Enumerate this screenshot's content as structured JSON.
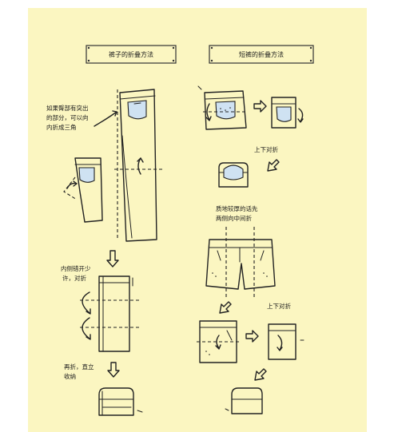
{
  "titles": {
    "pants": "裤子的折叠方法",
    "shorts": "短裤的折叠方法"
  },
  "notes": {
    "pants_step1_l1": "如果臀部有突出",
    "pants_step1_l2": "的部分，可以向",
    "pants_step1_l3": "内折成三角",
    "pants_step2_l1": "内侧错开少",
    "pants_step2_l2": "许，对折",
    "pants_step3_l1": "再折，直立",
    "pants_step3_l2": "收纳",
    "shorts_step1": "上下对折",
    "shorts_step2_l1": "质地较厚的话先",
    "shorts_step2_l2": "两侧向中间折",
    "shorts_step3": "上下对折"
  },
  "colors": {
    "panel": "#fbf6c1",
    "ink": "#222222",
    "pocket": "#cfe2f2"
  }
}
